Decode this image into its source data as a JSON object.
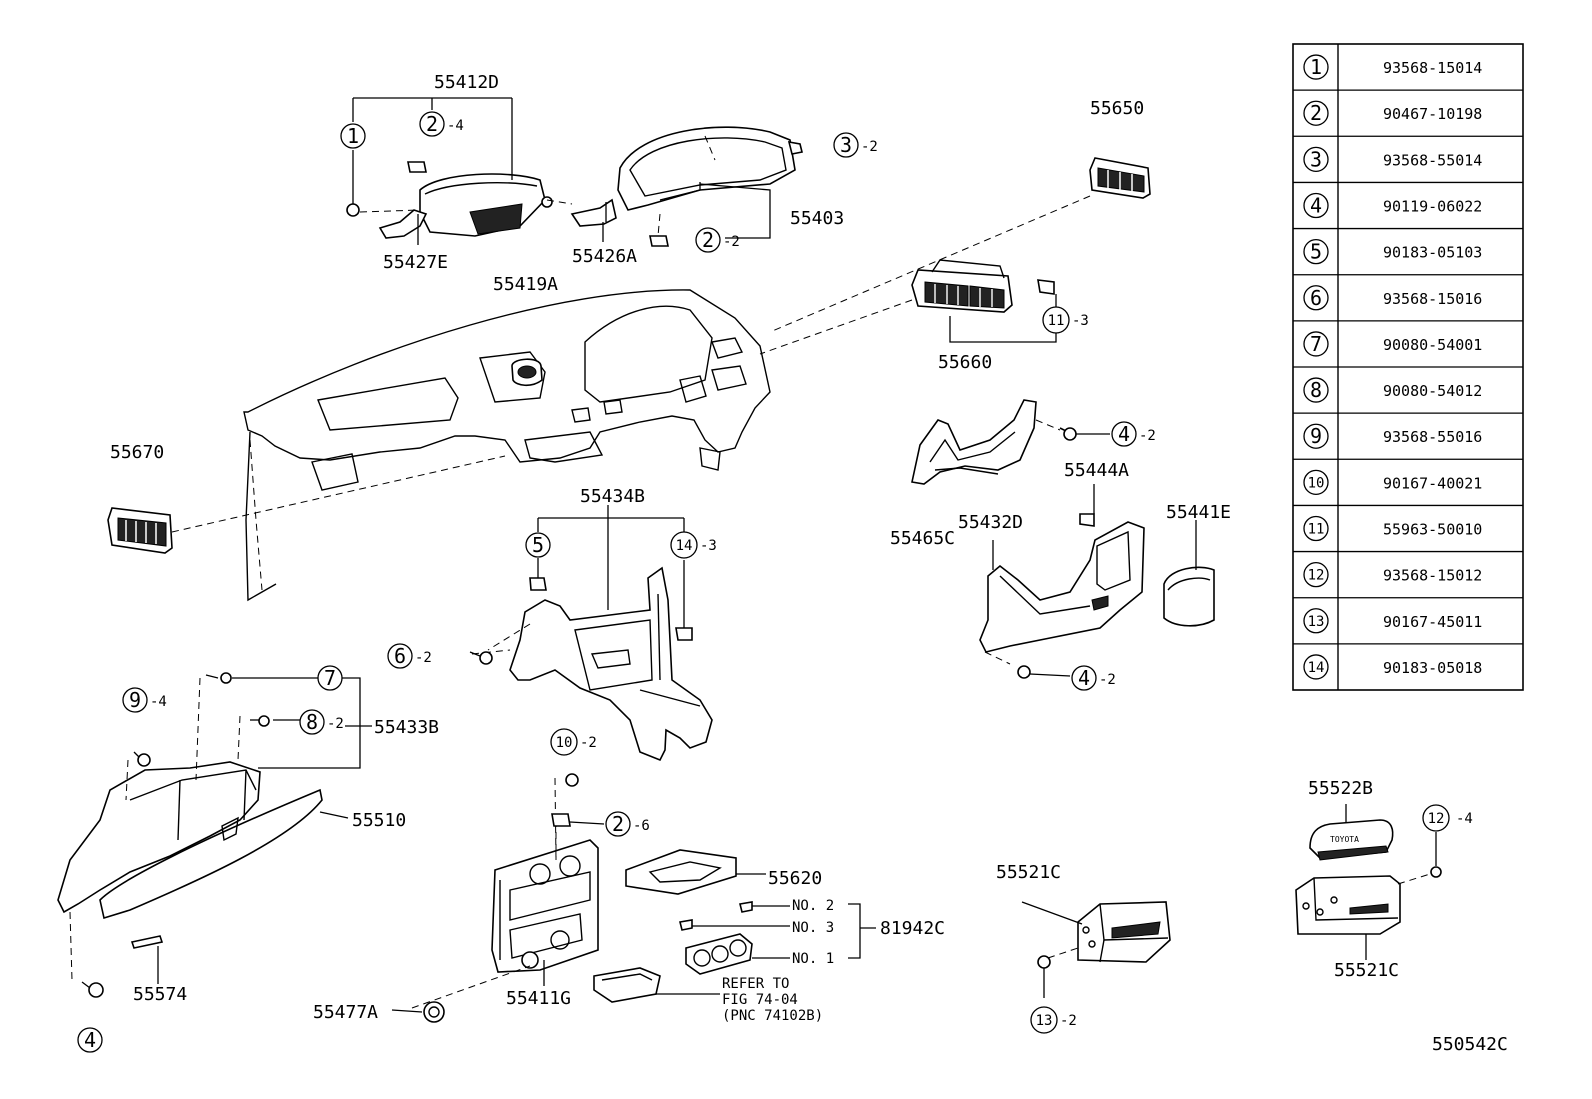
{
  "diagram_code": "550542C",
  "parts": {
    "p55412D": "55412D",
    "p55427E": "55427E",
    "p55426A": "55426A",
    "p55403": "55403",
    "p55650": "55650",
    "p55419A": "55419A",
    "p55660": "55660",
    "p55670": "55670",
    "p55444A": "55444A",
    "p55465C": "55465C",
    "p55432D": "55432D",
    "p55441E": "55441E",
    "p55434B": "55434B",
    "p55433B": "55433B",
    "p55510": "55510",
    "p55574": "55574",
    "p55620": "55620",
    "p81942C": "81942C",
    "p55411G": "55411G",
    "p55477A": "55477A",
    "p55521C_a": "55521C",
    "p55521C_b": "55521C",
    "p55522B": "55522B"
  },
  "callouts": {
    "c1": {
      "num": "1",
      "qty": ""
    },
    "c2a": {
      "num": "2",
      "qty": "-4"
    },
    "c3": {
      "num": "3",
      "qty": "-2"
    },
    "c2b": {
      "num": "2",
      "qty": "-2"
    },
    "c11": {
      "num": "11",
      "qty": "-3"
    },
    "c4a": {
      "num": "4",
      "qty": "-2"
    },
    "c5": {
      "num": "5",
      "qty": ""
    },
    "c14": {
      "num": "14",
      "qty": "-3"
    },
    "c6": {
      "num": "6",
      "qty": "-2"
    },
    "c7": {
      "num": "7",
      "qty": ""
    },
    "c9": {
      "num": "9",
      "qty": "-4"
    },
    "c8": {
      "num": "8",
      "qty": "-2"
    },
    "c4b": {
      "num": "4",
      "qty": "-2"
    },
    "c10": {
      "num": "10",
      "qty": "-2"
    },
    "c2c": {
      "num": "2",
      "qty": "-6"
    },
    "c4c": {
      "num": "4",
      "qty": ""
    },
    "c13": {
      "num": "13",
      "qty": "-2"
    },
    "c12": {
      "num": "12",
      "qty": "-4"
    }
  },
  "sub_labels": {
    "no2": "NO. 2",
    "no3": "NO. 3",
    "no1": "NO. 1"
  },
  "reference": {
    "line1": "REFER TO",
    "line2": "FIG 74-04",
    "line3": "(PNC 74102B)"
  },
  "badge_text": "TOYOTA",
  "part_table": [
    {
      "num": "1",
      "part": "93568-15014"
    },
    {
      "num": "2",
      "part": "90467-10198"
    },
    {
      "num": "3",
      "part": "93568-55014"
    },
    {
      "num": "4",
      "part": "90119-06022"
    },
    {
      "num": "5",
      "part": "90183-05103"
    },
    {
      "num": "6",
      "part": "93568-15016"
    },
    {
      "num": "7",
      "part": "90080-54001"
    },
    {
      "num": "8",
      "part": "90080-54012"
    },
    {
      "num": "9",
      "part": "93568-55016"
    },
    {
      "num": "10",
      "part": "90167-40021"
    },
    {
      "num": "11",
      "part": "55963-50010"
    },
    {
      "num": "12",
      "part": "93568-15012"
    },
    {
      "num": "13",
      "part": "90167-45011"
    },
    {
      "num": "14",
      "part": "90183-05018"
    }
  ]
}
